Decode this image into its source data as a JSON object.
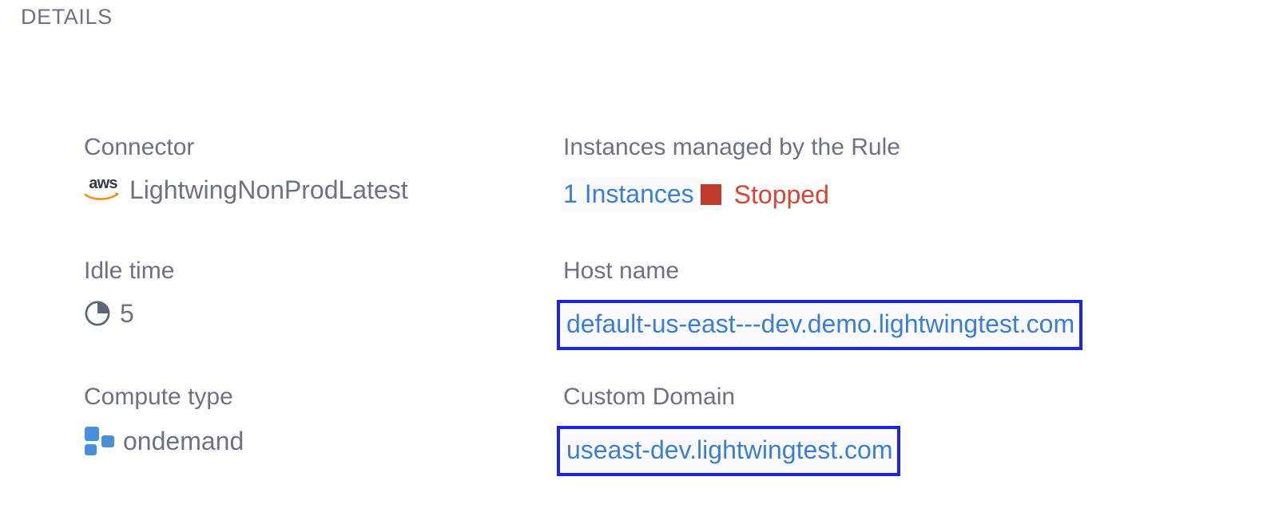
{
  "panel": {
    "section_title": "DETAILS"
  },
  "colors": {
    "label_gray": "#6b7187",
    "value_gray": "#6b7187",
    "link_blue": "#3a7fd5",
    "annotation_blue": "#1a23e8",
    "status_red": "#d4453a",
    "status_square_red": "#c0392b",
    "aws_orange": "#f2921e",
    "compute_blue": "#4a90d9"
  },
  "fields": {
    "connector": {
      "label": "Connector",
      "value": "LightwingNonProdLatest",
      "icon": "aws-logo-icon",
      "icon_text": "aws"
    },
    "instances": {
      "label": "Instances managed by the Rule",
      "count_label": "1 Instances",
      "status_icon": "stopped-square-icon",
      "status_text": "Stopped"
    },
    "idle_time": {
      "label": "Idle time",
      "value": "5",
      "icon": "clock-pie-icon"
    },
    "host_name": {
      "label": "Host name",
      "value": "default-us-east---dev.demo.lightwingtest.com"
    },
    "compute_type": {
      "label": "Compute type",
      "value": "ondemand",
      "icon": "compute-blocks-icon"
    },
    "custom_domain": {
      "label": "Custom Domain",
      "value": "useast-dev.lightwingtest.com"
    }
  }
}
